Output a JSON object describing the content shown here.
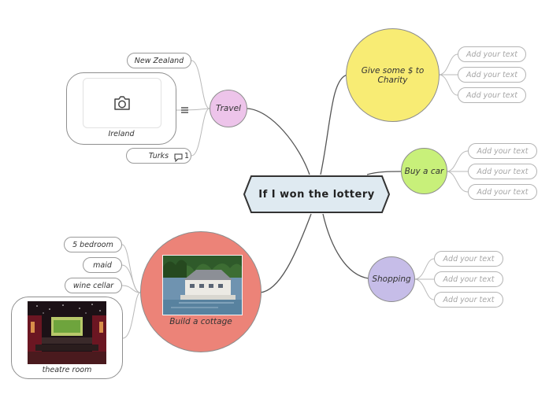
{
  "central": {
    "label": "If I won the lottery"
  },
  "travel": {
    "label": "Travel",
    "items": [
      "New Zealand",
      "Turks"
    ],
    "ireland": {
      "label": "Ireland"
    },
    "turks_comment_count": "1"
  },
  "charity": {
    "label": "Give some $ to Charity",
    "items": [
      "Add your text",
      "Add your text",
      "Add your text"
    ]
  },
  "car": {
    "label": "Buy a car",
    "items": [
      "Add your text",
      "Add your text",
      "Add your text"
    ]
  },
  "shopping": {
    "label": "Shopping",
    "items": [
      "Add your text",
      "Add your text",
      "Add your text"
    ]
  },
  "cottage": {
    "label": "Build a cottage",
    "items": [
      "5 bedroom",
      "maid",
      "wine cellar"
    ],
    "theatre": {
      "label": "theatre room"
    }
  },
  "colors": {
    "central_fill": "#dfeaf1",
    "travel_fill": "#edc4ea",
    "charity_fill": "#f8ec74",
    "car_fill": "#c8f07a",
    "shopping_fill": "#c6bde8",
    "cottage_fill": "#ec8378"
  }
}
